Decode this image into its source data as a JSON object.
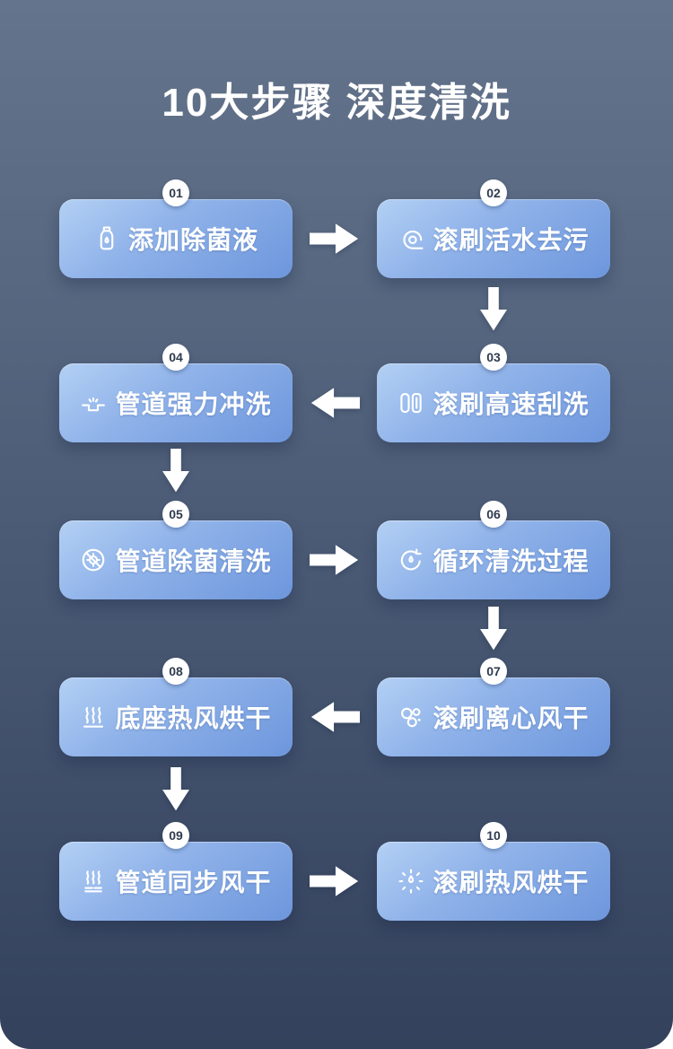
{
  "title": "10大步骤 深度清洗",
  "steps": [
    {
      "number": "01",
      "label": "添加除菌液",
      "icon": "bottle-icon"
    },
    {
      "number": "02",
      "label": "滚刷活水去污",
      "icon": "roller-icon"
    },
    {
      "number": "03",
      "label": "滚刷高速刮洗",
      "icon": "brush-icon"
    },
    {
      "number": "04",
      "label": "管道强力冲洗",
      "icon": "pipe-icon"
    },
    {
      "number": "05",
      "label": "管道除菌清洗",
      "icon": "no-germ-icon"
    },
    {
      "number": "06",
      "label": "循环清洗过程",
      "icon": "cycle-icon"
    },
    {
      "number": "07",
      "label": "滚刷离心风干",
      "icon": "centrifugal-icon"
    },
    {
      "number": "08",
      "label": "底座热风烘干",
      "icon": "heat-icon"
    },
    {
      "number": "09",
      "label": "管道同步风干",
      "icon": "steam-icon"
    },
    {
      "number": "10",
      "label": "滚刷热风烘干",
      "icon": "hot-air-icon"
    }
  ],
  "flow": [
    "01→02",
    "02→03",
    "03→04",
    "04→05",
    "05→06",
    "06→07",
    "07→08",
    "08→09",
    "09→10"
  ],
  "colors": {
    "background_top": "#64748c",
    "background_bottom": "#33415c",
    "card_gradient_start": "#b3d0f4",
    "card_gradient_end": "#6d96dc",
    "card_text": "#ffffff",
    "badge_background": "#ffffff",
    "badge_text": "#2f3b4e",
    "arrow": "#ffffff",
    "title_text": "#ffffff"
  }
}
